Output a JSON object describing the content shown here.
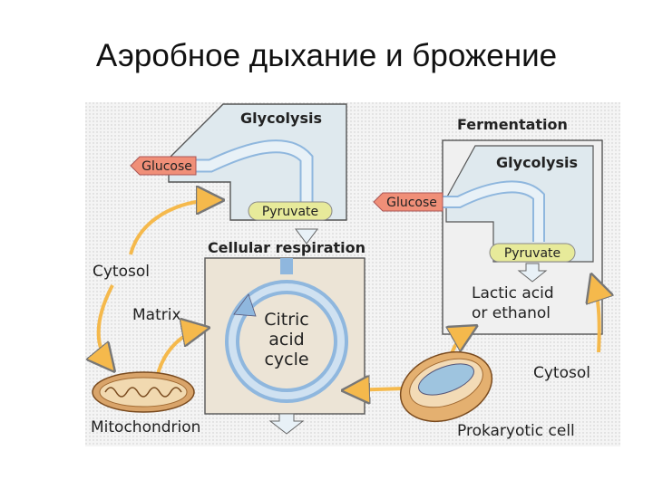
{
  "slide": {
    "title": "Аэробное дыхание и брожение"
  },
  "diagram": {
    "left": {
      "glycolysis": "Glycolysis",
      "glucose": "Glucose",
      "pyruvate": "Pyruvate",
      "cellular_respiration": "Cellular respiration",
      "cytosol": "Cytosol",
      "matrix": "Matrix",
      "citric_acid_cycle": [
        "Citric",
        "acid",
        "cycle"
      ],
      "mitochondrion": "Mitochondrion"
    },
    "right": {
      "fermentation": "Fermentation",
      "glycolysis": "Glycolysis",
      "glucose": "Glucose",
      "pyruvate": "Pyruvate",
      "products": [
        "Lactic acid",
        "or ethanol"
      ],
      "cytosol": "Cytosol",
      "prokaryotic_cell": "Prokaryotic cell"
    },
    "colors": {
      "panel_fill": "#dfe9ee",
      "matrix_fill": "#ece4d6",
      "glucose_fill": "#f08f78",
      "pyruvate_fill": "#e7ea9a",
      "arrow_orange": "#f5b94c",
      "cycle_blue": "#8fb7de"
    }
  }
}
